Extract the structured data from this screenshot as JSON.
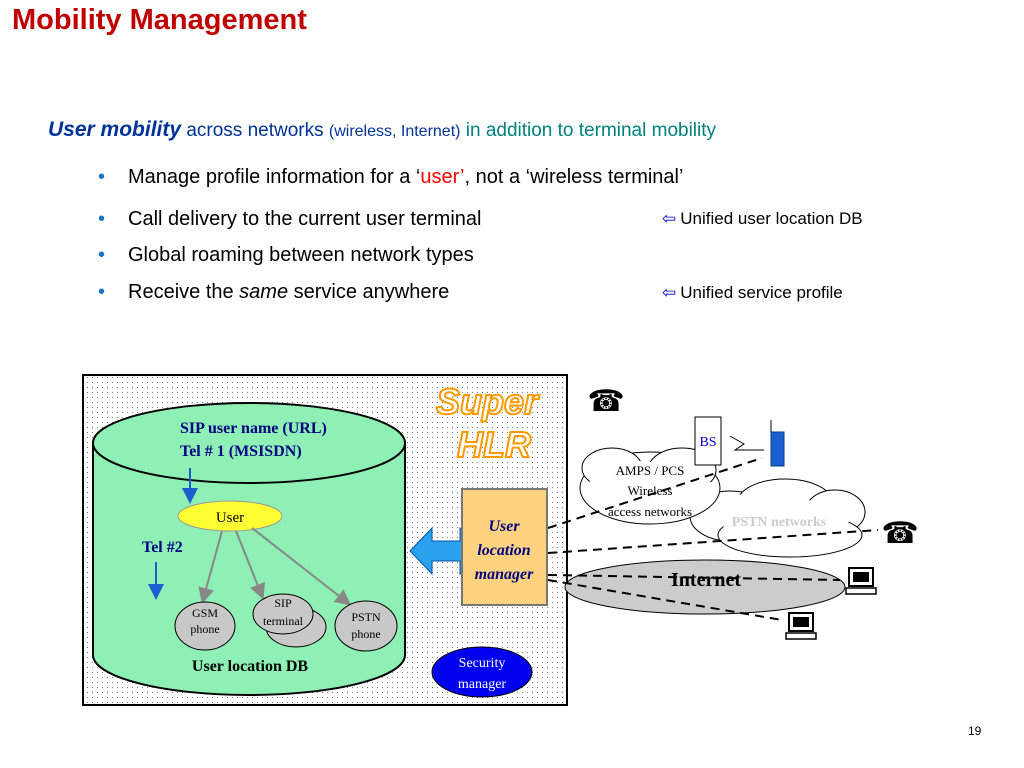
{
  "title": "Mobility Management",
  "subtitle": {
    "part1": "User mobility",
    "part2": " across networks ",
    "part3": "(wireless, Internet)",
    "part4": " in addition to terminal mobility"
  },
  "bullets": [
    {
      "pre": "Manage profile information for a ‘",
      "highlight": "user’",
      "post": ", not a ‘wireless terminal’"
    },
    {
      "text": "Call delivery to the current user terminal"
    },
    {
      "text": "Global roaming between network types"
    },
    {
      "pre": "Receive the ",
      "italic": "same",
      "post": " service anywhere"
    }
  ],
  "bullet_symbol": "•",
  "notes": {
    "arrow": "⇦",
    "note1": "Unified user location DB",
    "note2": "Unified service profile"
  },
  "diagram": {
    "super_hlr_line1": "Super",
    "super_hlr_line2": "HLR",
    "sip_user_name": "SIP user name (URL)",
    "tel1": "Tel # 1 (MSISDN)",
    "user": "User",
    "tel2": "Tel #2",
    "gsm_line1": "GSM",
    "gsm_line2": "phone",
    "sip_line1": "SIP",
    "sip_line2": "terminal",
    "pstn_phone_line1": "PSTN",
    "pstn_phone_line2": "phone",
    "user_location_db": "User location DB",
    "ulm_line1": "User",
    "ulm_line2": "location",
    "ulm_line3": "manager",
    "security_line1": "Security",
    "security_line2": "manager",
    "bs": "BS",
    "amps_line1": "AMPS / PCS",
    "amps_line2": "Wireless",
    "amps_line3": "access networks",
    "pstn_networks": "PSTN networks",
    "internet": "Internet",
    "phone_glyph": "☎",
    "computer_glyph": "💻"
  },
  "colors": {
    "title": "#c00000",
    "db_fill": "#8ef0b4",
    "user_fill": "#ffff33",
    "ulm_fill": "#ffd27f",
    "security_fill": "#0000ee",
    "super_hlr": "#ff9900",
    "internet_fill": "#cccccc",
    "bullet_dot": "#1a75c8"
  },
  "page_number": "19"
}
